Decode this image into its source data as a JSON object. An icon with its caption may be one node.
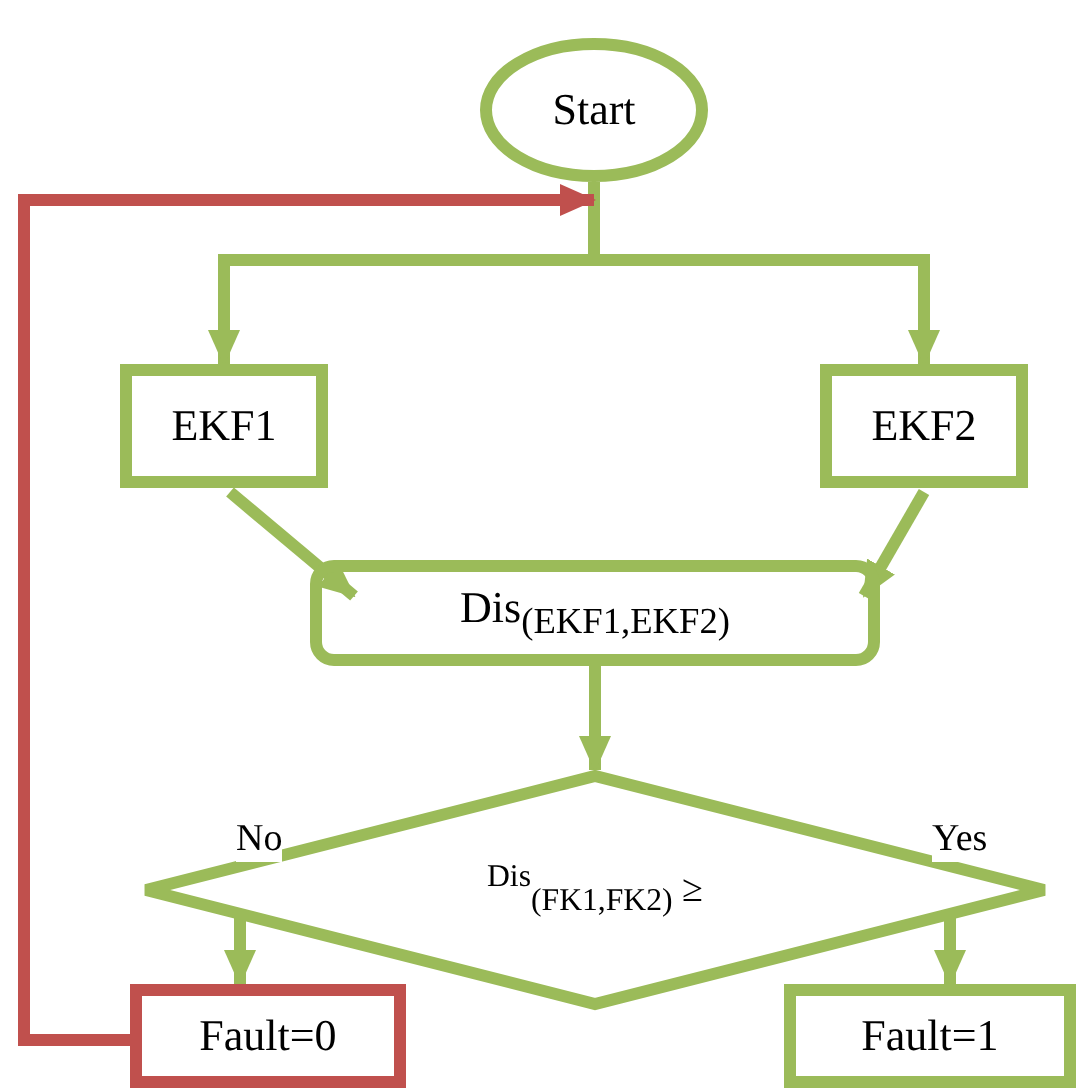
{
  "diagram": {
    "nodes": [
      {
        "text": [
          "Start"
        ]
      },
      {
        "text": [
          "EKF1"
        ]
      },
      {
        "text": [
          "EKF2"
        ]
      },
      {
        "text": [
          "Dis$_{(EKF1,EKF2)}$"
        ]
      },
      {
        "text": [
          "$^{Dis}$$_{(FK1,FK2)}$ ≥"
        ]
      },
      {
        "text": [
          "Fault=0"
        ]
      },
      {
        "text": [
          "Fault=1"
        ]
      }
    ],
    "edges": [
      {
        "from": 0,
        "to": 1,
        "arrow": "to"
      },
      {
        "from": 0,
        "to": 2,
        "arrow": "to"
      },
      {
        "from": 1,
        "to": 3,
        "arrow": "to"
      },
      {
        "from": 2,
        "to": 3,
        "arrow": "to"
      },
      {
        "from": 3,
        "to": 4,
        "arrow": "to"
      },
      {
        "from": 4,
        "to": 5,
        "arrow": "to",
        "label": "No"
      },
      {
        "from": 4,
        "to": 6,
        "arrow": "to",
        "label": "Yes"
      },
      {
        "from": 5,
        "to": 0,
        "arrow": "to",
        "color": "#c0504d"
      }
    ]
  }
}
